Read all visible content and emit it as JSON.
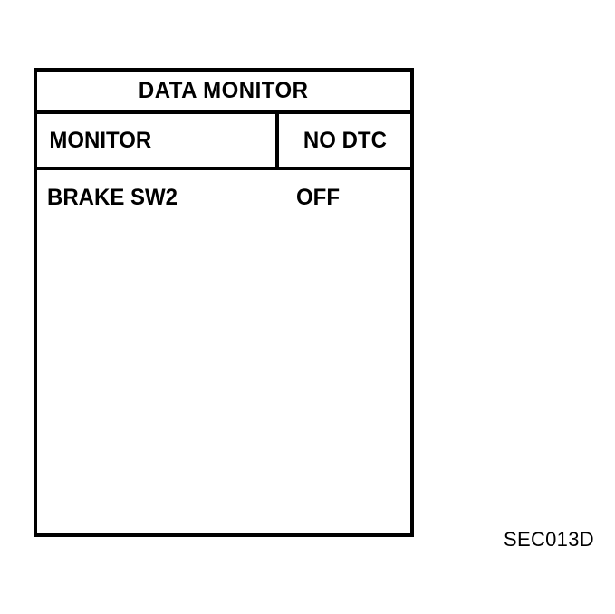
{
  "panel": {
    "title": "DATA MONITOR",
    "status_row": {
      "label": "MONITOR",
      "value": "NO DTC"
    },
    "items": [
      {
        "name": "BRAKE SW2",
        "value": "OFF"
      }
    ]
  },
  "figure": {
    "code": "SEC013D"
  },
  "colors": {
    "ink": "#000000",
    "background": "#ffffff"
  }
}
